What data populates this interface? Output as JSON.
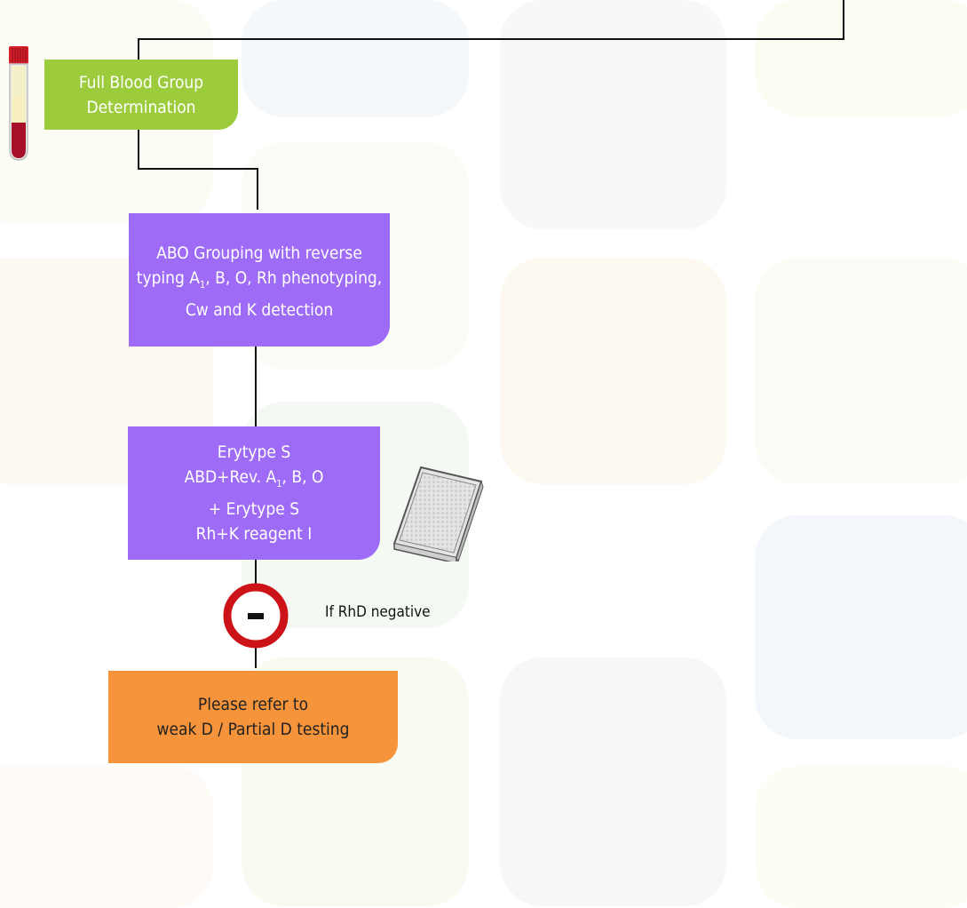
{
  "nodes": {
    "full_blood": [
      "Full Blood Group",
      "Determination"
    ],
    "abo_grouping": [
      "ABO Grouping with reverse",
      "typing A",
      ", B, O, Rh phenotyping,",
      "Cw and K detection"
    ],
    "subscript": "1",
    "erytype": [
      "Erytype S",
      "ABD+Rev. A",
      ", B, O",
      "+ Erytype S",
      "Rh+K reagent I"
    ],
    "refer": [
      "Please refer to",
      "weak D / Partial D testing"
    ]
  },
  "condition": {
    "symbol": "-",
    "label": "If RhD negative"
  },
  "colors": {
    "green": "#9ccb3b",
    "purple": "#9e6bf6",
    "orange": "#f5943a",
    "stop_red": "#cc1418"
  }
}
